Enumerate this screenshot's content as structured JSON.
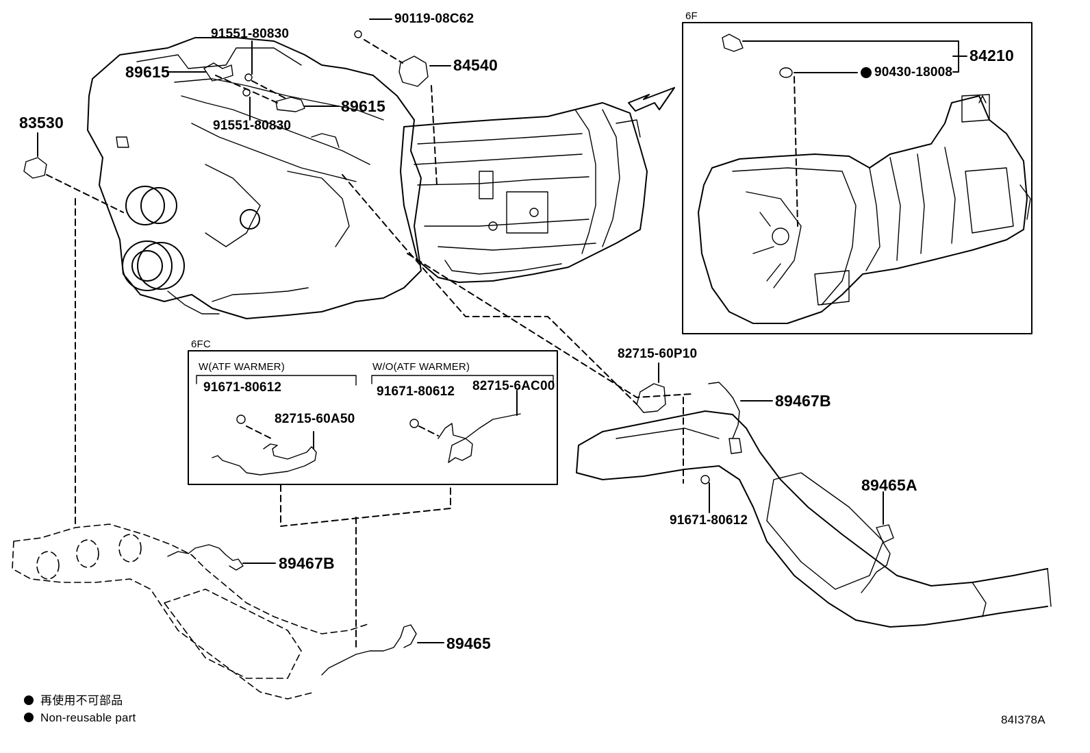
{
  "diagram_code": "84I378A",
  "boxes": {
    "six_f": "6F",
    "six_fc": "6FC",
    "w_atf": "W(ATF WARMER)",
    "wo_atf": "W/O(ATF WARMER)"
  },
  "parts": {
    "p91551_top": "91551-80830",
    "p91551_mid": "91551-80830",
    "p90119": "90119-08C62",
    "p84540": "84540",
    "p84210": "84210",
    "p90430": "90430-18008",
    "p89615_left": "89615",
    "p89615_right": "89615",
    "p83530": "83530",
    "p82715_60p10": "82715-60P10",
    "p89467b_right": "89467B",
    "p91671_right": "91671-80612",
    "p89465a": "89465A",
    "p91671_w": "91671-80612",
    "p82715_60a50": "82715-60A50",
    "p91671_wo": "91671-80612",
    "p82715_6ac00": "82715-6AC00",
    "p89467b_left": "89467B",
    "p89465": "89465"
  },
  "legend": {
    "jp": "再使用不可部品",
    "en": "Non-reusable part"
  }
}
